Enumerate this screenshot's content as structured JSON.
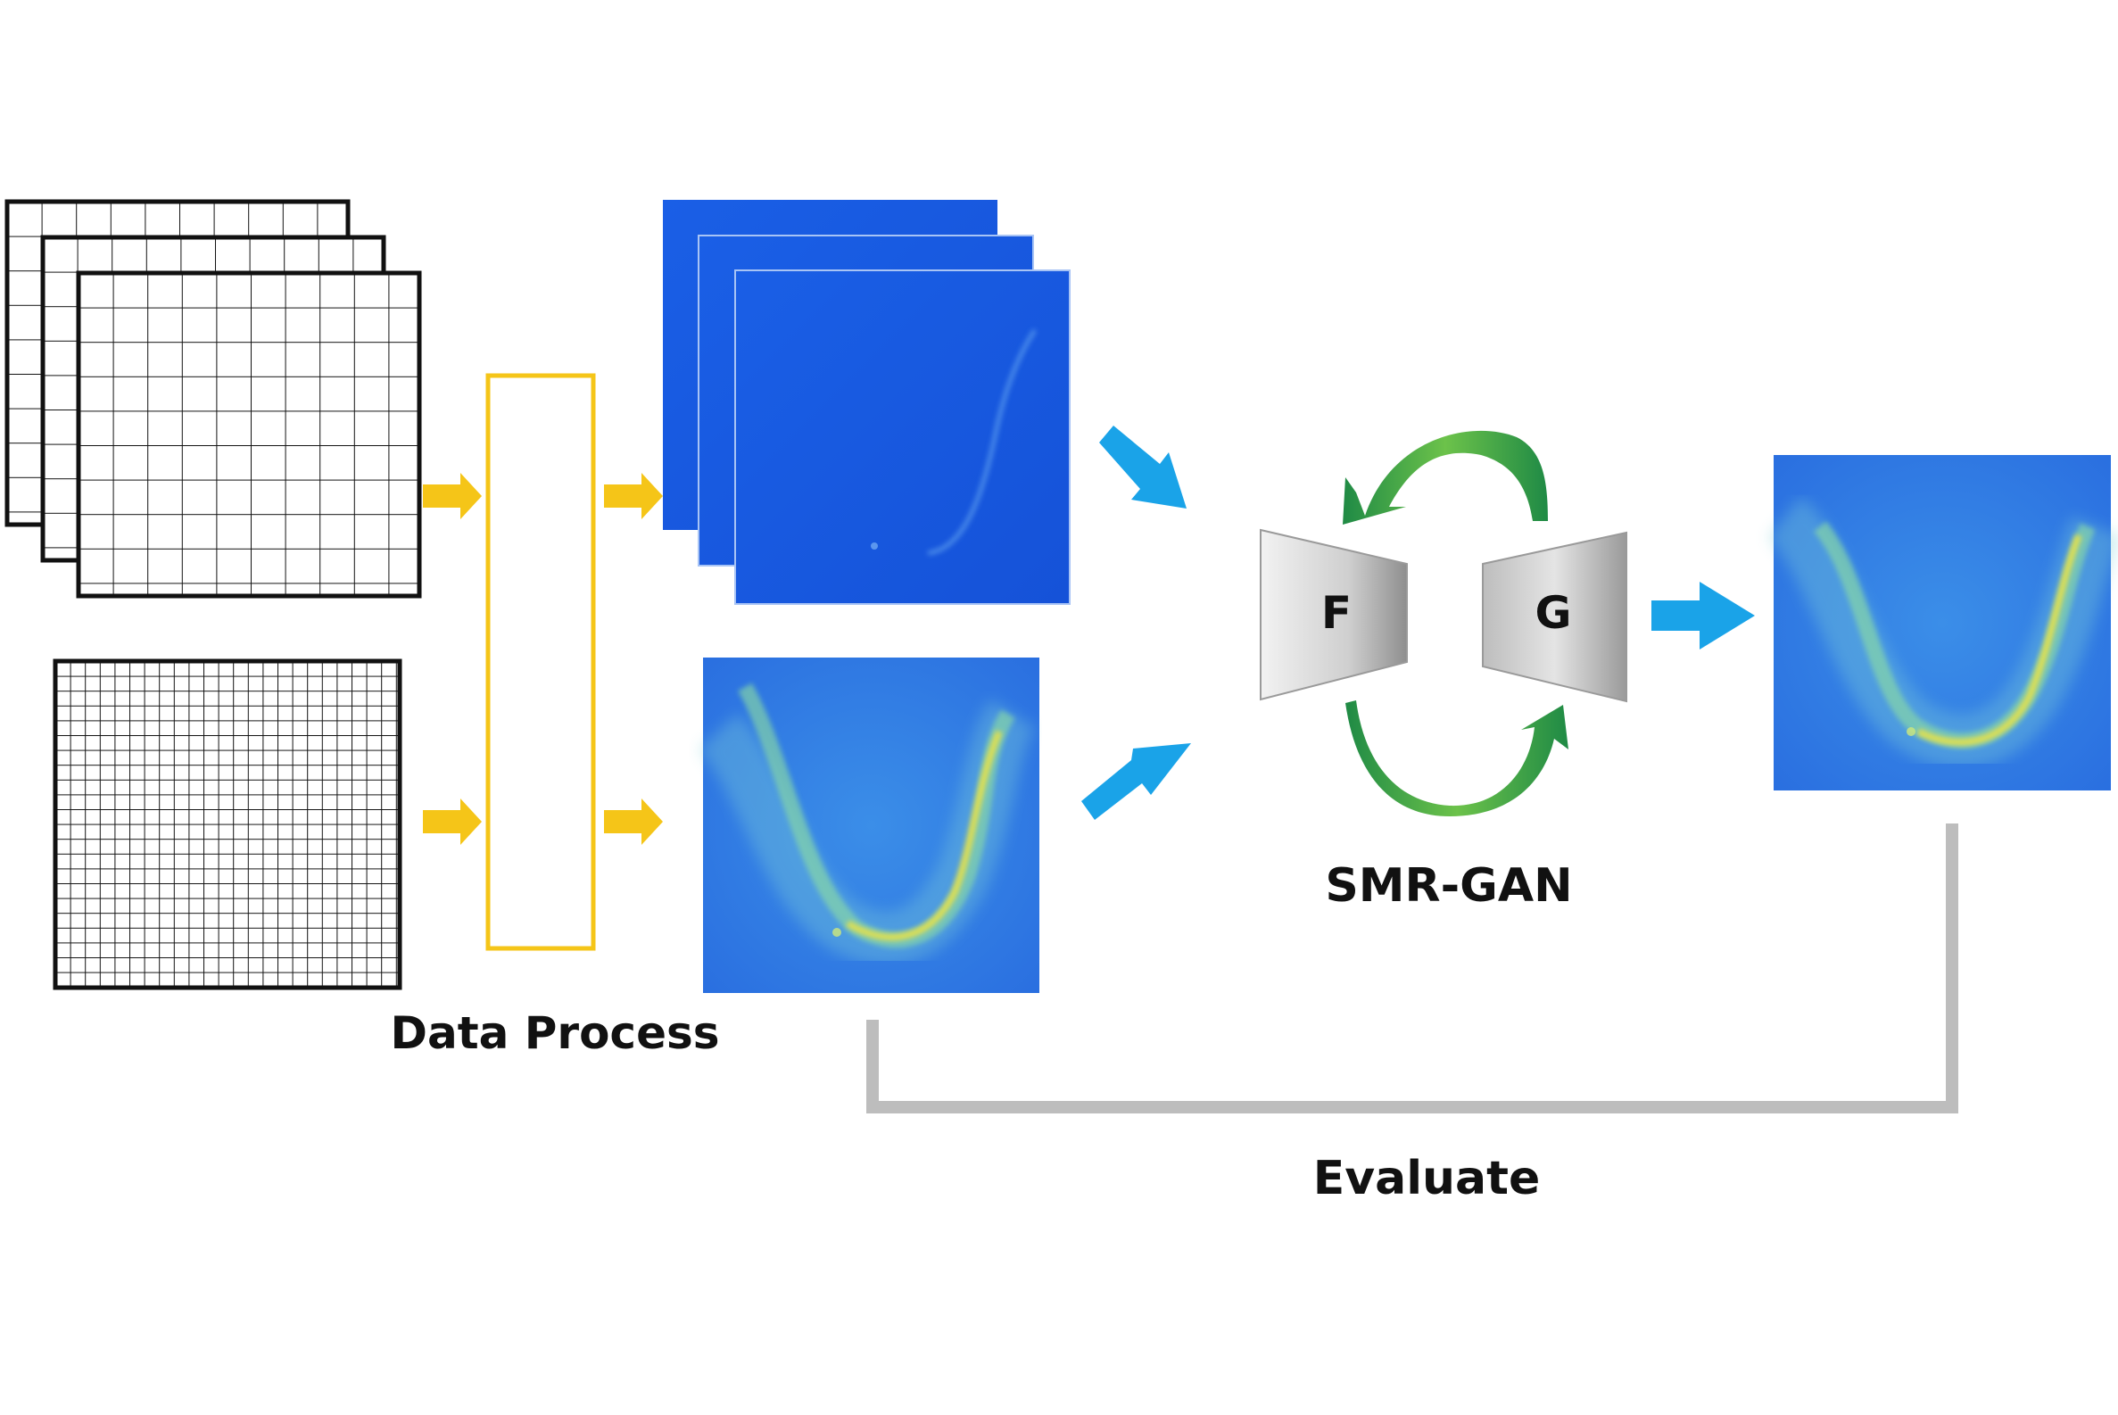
{
  "labels": {
    "data_process": "Data Process",
    "model": "SMR-GAN",
    "evaluate": "Evaluate",
    "network_f": "F",
    "network_g": "G"
  },
  "colors": {
    "process_yellow": "#f5c518",
    "arrow_blue": "#1aa3e8",
    "cycle_green": "#2e9e4a",
    "evaluate_gray": "#bdbdbd",
    "image_blue": "#1757df",
    "heatmap_blue": "#2e7fe6",
    "heatmap_yellow": "#e8e24a"
  }
}
